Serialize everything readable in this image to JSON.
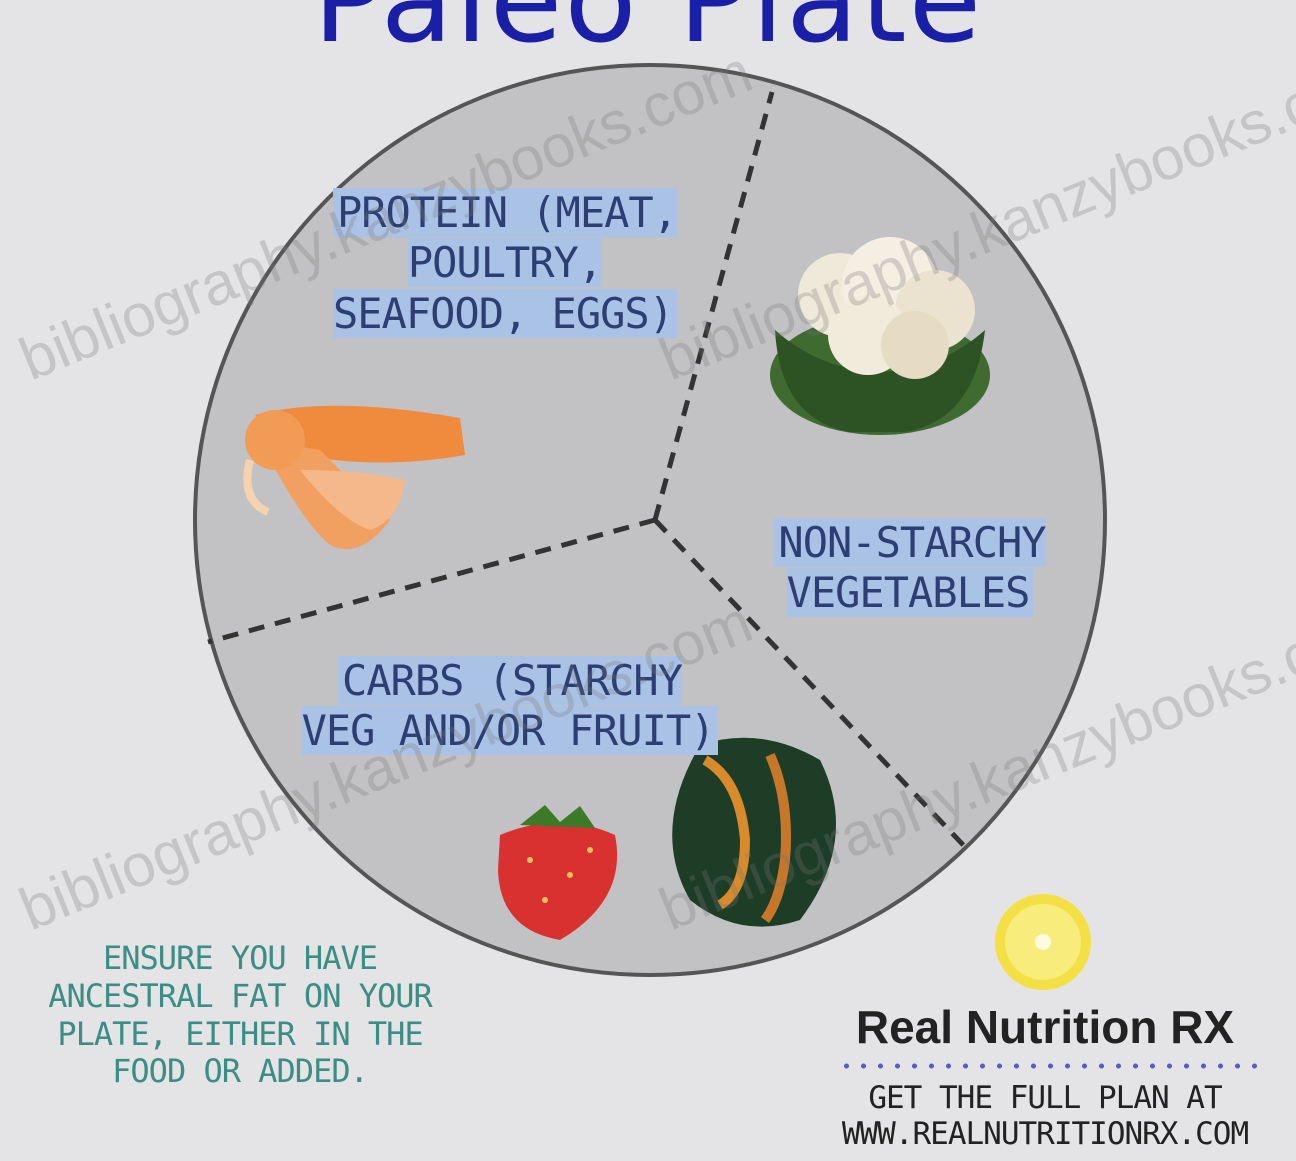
{
  "title": "Paleo Plate",
  "sections": {
    "protein": "Protein (meat, poultry, seafood, eggs)",
    "vegetables": "Non-starchy vegetables",
    "carbs": "Carbs (starchy veg and/or fruit)"
  },
  "fat_note": "Ensure you have ancestral fat on your plate, either in the food or added.",
  "brand": "Real Nutrition RX",
  "plan_line1": "Get the full plan at",
  "plan_line2": "www.realnutritionrx.com",
  "watermark": "bibliography.kanzybooks.com",
  "colors": {
    "background": "#e4e4e6",
    "plate": "#c2c2c4",
    "title": "#1a1fa8",
    "label_highlight": "#a9c2e6",
    "label_text": "#2d3f72",
    "fat_note": "#3a8e86",
    "dots": "#5e58c9"
  },
  "icons": [
    "shrimp-icon",
    "cauliflower-icon",
    "strawberry-icon",
    "acorn-squash-icon",
    "lemon-icon"
  ]
}
